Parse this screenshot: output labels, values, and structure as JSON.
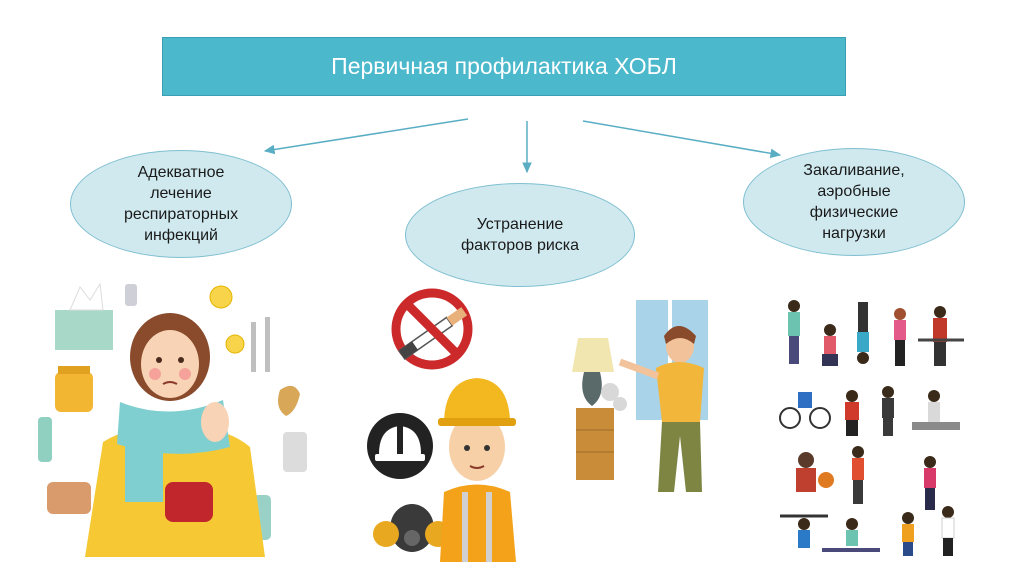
{
  "title": "Первичная профилактика ХОБЛ",
  "branches": [
    {
      "label": "Адекватное\nлечение\nреспираторных\nинфекций"
    },
    {
      "label": "Устранение\nфакторов риска"
    },
    {
      "label": "Закаливание,\nаэробные\nфизические\nнагрузки"
    }
  ],
  "colors": {
    "title_bg": "#4bb8cc",
    "ellipse_bg": "#cfe9ef",
    "arrow": "#5aaec4"
  }
}
